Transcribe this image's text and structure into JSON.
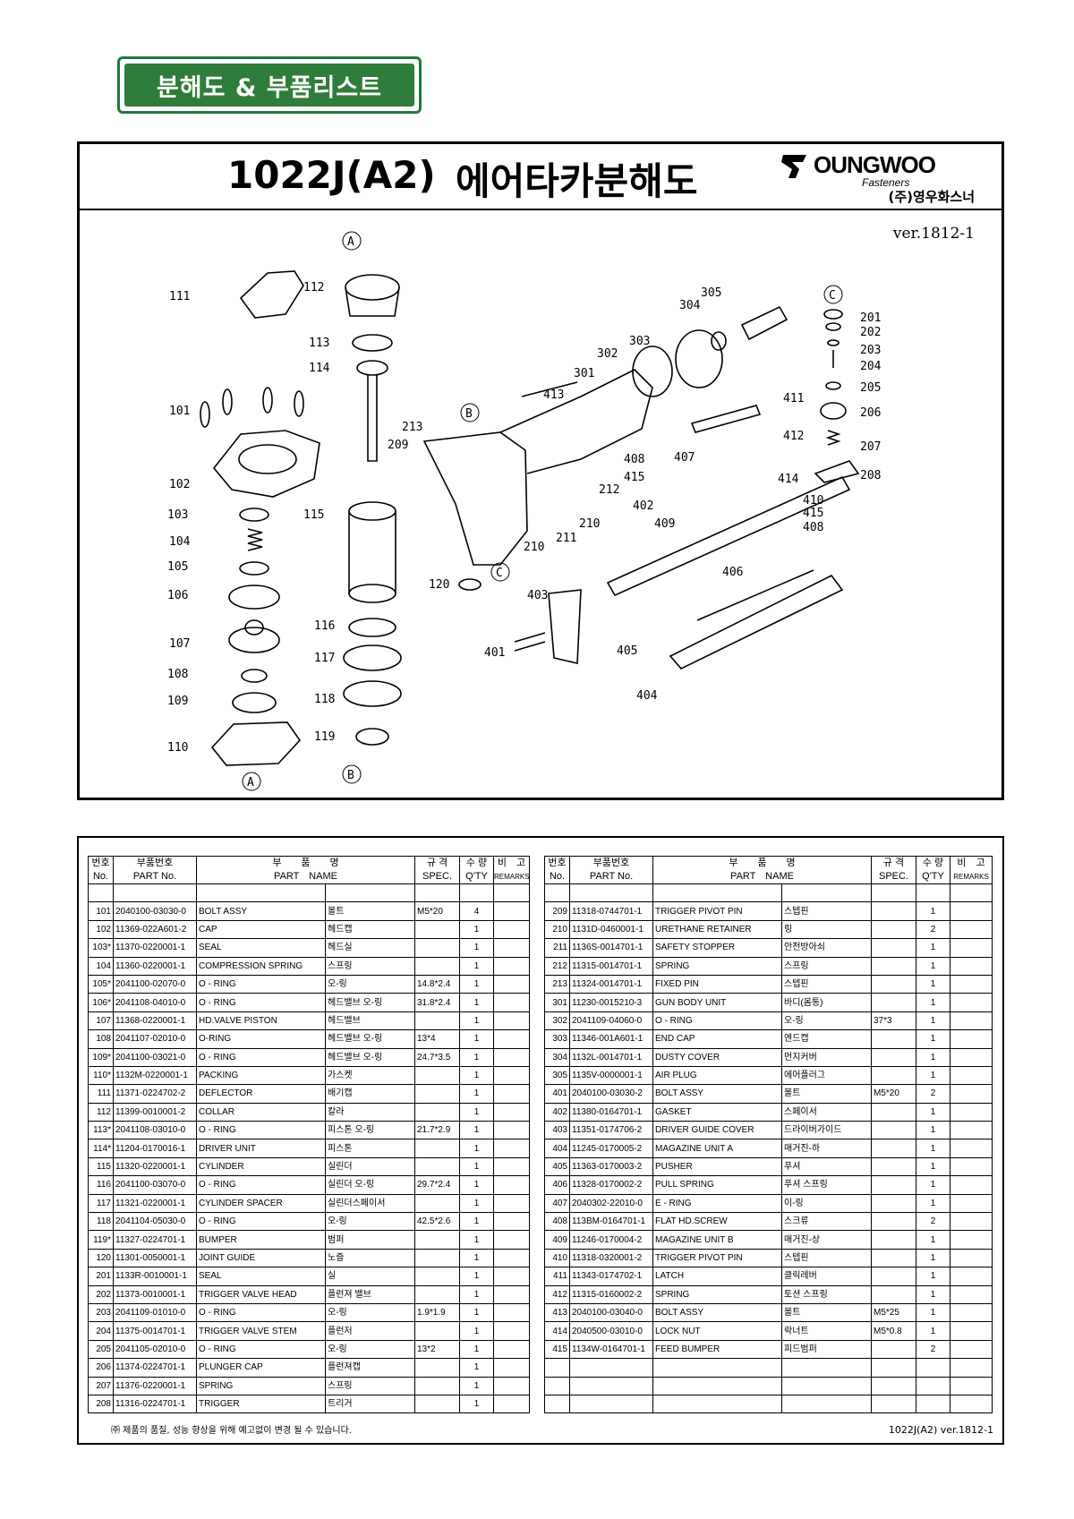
{
  "banner": "분해도 & 부품리스트",
  "header": {
    "model": "1022J(A2)",
    "title": "에어타카분해도",
    "logo_main": "OUNGWOO",
    "logo_sub": "Fasteners",
    "logo_kr": "(주)영우화스너",
    "version": "ver.1812-1"
  },
  "diagram": {
    "labels": [
      "A",
      "B",
      "C",
      "101",
      "102",
      "103",
      "104",
      "105",
      "106",
      "107",
      "108",
      "109",
      "110",
      "111",
      "112",
      "113",
      "114",
      "115",
      "116",
      "117",
      "118",
      "119",
      "120",
      "201",
      "202",
      "203",
      "204",
      "205",
      "206",
      "207",
      "208",
      "209",
      "210",
      "211",
      "212",
      "213",
      "301",
      "302",
      "303",
      "304",
      "305",
      "401",
      "402",
      "403",
      "404",
      "405",
      "406",
      "407",
      "408",
      "409",
      "410",
      "411",
      "412",
      "413",
      "414",
      "415"
    ]
  },
  "table": {
    "headers": {
      "no_kr": "번호",
      "no_en": "No.",
      "part_no_kr": "부품번호",
      "part_no_en": "PART No.",
      "name_kr": "부　　품　　명",
      "name_en": "PART　NAME",
      "spec_kr": "규 격",
      "spec_en": "SPEC.",
      "qty_kr": "수 량",
      "qty_en": "Q'TY",
      "remarks_kr": "비　고",
      "remarks_en": "REMARKS"
    },
    "left": [
      [
        "101",
        "2040100-03030-0",
        "BOLT ASSY",
        "볼트",
        "M5*20",
        "4"
      ],
      [
        "102",
        "11369-022A601-2",
        "CAP",
        "헤드캡",
        "",
        "1"
      ],
      [
        "103*",
        "11370-0220001-1",
        "SEAL",
        "헤드실",
        "",
        "1"
      ],
      [
        "104",
        "11360-0220001-1",
        "COMPRESSION SPRING",
        "스프링",
        "",
        "1"
      ],
      [
        "105*",
        "2041100-02070-0",
        "O - RING",
        "오-링",
        "14.8*2.4",
        "1"
      ],
      [
        "106*",
        "2041108-04010-0",
        "O - RING",
        "헤드밸브 오-링",
        "31.8*2.4",
        "1"
      ],
      [
        "107",
        "11368-0220001-1",
        "HD.VALVE PISTON",
        "헤드밸브",
        "",
        "1"
      ],
      [
        "108",
        "2041107-02010-0",
        "O-RING",
        "헤드밸브 오-링",
        "13*4",
        "1"
      ],
      [
        "109*",
        "2041100-03021-0",
        "O - RING",
        "헤드밸브 오-링",
        "24.7*3.5",
        "1"
      ],
      [
        "110*",
        "1132M-0220001-1",
        "PACKING",
        "가스켓",
        "",
        "1"
      ],
      [
        "111",
        "11371-0224702-2",
        "DEFLECTOR",
        "배기캡",
        "",
        "1"
      ],
      [
        "112",
        "11399-0010001-2",
        "COLLAR",
        "칼라",
        "",
        "1"
      ],
      [
        "113*",
        "2041108-03010-0",
        "O - RING",
        "피스톤 오-링",
        "21.7*2.9",
        "1"
      ],
      [
        "114*",
        "11204-0170016-1",
        "DRIVER UNIT",
        "피스톤",
        "",
        "1"
      ],
      [
        "115",
        "11320-0220001-1",
        "CYLINDER",
        "실린더",
        "",
        "1"
      ],
      [
        "116",
        "2041100-03070-0",
        "O - RING",
        "실린더 오-링",
        "29.7*2.4",
        "1"
      ],
      [
        "117",
        "11321-0220001-1",
        "CYLINDER SPACER",
        "실린더스페이서",
        "",
        "1"
      ],
      [
        "118",
        "2041104-05030-0",
        "O - RING",
        "오-링",
        "42.5*2.6",
        "1"
      ],
      [
        "119*",
        "11327-0224701-1",
        "BUMPER",
        "범퍼",
        "",
        "1"
      ],
      [
        "120",
        "11301-0050001-1",
        "JOINT GUIDE",
        "노즐",
        "",
        "1"
      ],
      [
        "201",
        "1133R-0010001-1",
        "SEAL",
        "실",
        "",
        "1"
      ],
      [
        "202",
        "11373-0010001-1",
        "TRIGGER VALVE HEAD",
        "플런져 밸브",
        "",
        "1"
      ],
      [
        "203",
        "2041109-01010-0",
        "O - RING",
        "오-링",
        "1.9*1.9",
        "1"
      ],
      [
        "204",
        "11375-0014701-1",
        "TRIGGER VALVE STEM",
        "플런저",
        "",
        "1"
      ],
      [
        "205",
        "2041105-02010-0",
        "O - RING",
        "오-링",
        "13*2",
        "1"
      ],
      [
        "206",
        "11374-0224701-1",
        "PLUNGER CAP",
        "플런져캡",
        "",
        "1"
      ],
      [
        "207",
        "11376-0220001-1",
        "SPRING",
        "스프링",
        "",
        "1"
      ],
      [
        "208",
        "11316-0224701-1",
        "TRIGGER",
        "트리거",
        "",
        "1"
      ]
    ],
    "right": [
      [
        "209",
        "11318-0744701-1",
        "TRIGGER PIVOT PIN",
        "스텝핀",
        "",
        "1"
      ],
      [
        "210",
        "1131D-0460001-1",
        "URETHANE RETAINER",
        "링",
        "",
        "2"
      ],
      [
        "211",
        "1136S-0014701-1",
        "SAFETY STOPPER",
        "안전방아쇠",
        "",
        "1"
      ],
      [
        "212",
        "11315-0014701-1",
        "SPRING",
        "스프링",
        "",
        "1"
      ],
      [
        "213",
        "11324-0014701-1",
        "FIXED PIN",
        "스텝핀",
        "",
        "1"
      ],
      [
        "301",
        "11230-0015210-3",
        "GUN BODY UNIT",
        "바디(몸통)",
        "",
        "1"
      ],
      [
        "302",
        "2041109-04060-0",
        "O - RING",
        "오-링",
        "37*3",
        "1"
      ],
      [
        "303",
        "11346-001A601-1",
        "END CAP",
        "엔드캡",
        "",
        "1"
      ],
      [
        "304",
        "1132L-0014701-1",
        "DUSTY COVER",
        "먼지커버",
        "",
        "1"
      ],
      [
        "305",
        "1135V-0000001-1",
        "AIR PLUG",
        "에어플러그",
        "",
        "1"
      ],
      [
        "401",
        "2040100-03030-2",
        "BOLT ASSY",
        "볼트",
        "M5*20",
        "2"
      ],
      [
        "402",
        "11380-0164701-1",
        "GASKET",
        "스페이서",
        "",
        "1"
      ],
      [
        "403",
        "11351-0174706-2",
        "DRIVER GUIDE COVER",
        "드라이버가이드",
        "",
        "1"
      ],
      [
        "404",
        "11245-0170005-2",
        "MAGAZINE UNIT A",
        "매거진-하",
        "",
        "1"
      ],
      [
        "405",
        "11363-0170003-2",
        "PUSHER",
        "푸셔",
        "",
        "1"
      ],
      [
        "406",
        "11328-0170002-2",
        "PULL SPRING",
        "푸셔 스프링",
        "",
        "1"
      ],
      [
        "407",
        "2040302-22010-0",
        "E - RING",
        "이-링",
        "",
        "1"
      ],
      [
        "408",
        "113BM-0164701-1",
        "FLAT HD.SCREW",
        "스크류",
        "",
        "2"
      ],
      [
        "409",
        "11246-0170004-2",
        "MAGAZINE UNIT B",
        "매거진-상",
        "",
        "1"
      ],
      [
        "410",
        "11318-0320001-2",
        "TRIGGER PIVOT PIN",
        "스텝핀",
        "",
        "1"
      ],
      [
        "411",
        "11343-0174702-1",
        "LATCH",
        "클릭레버",
        "",
        "1"
      ],
      [
        "412",
        "11315-0160002-2",
        "SPRING",
        "토션 스프링",
        "",
        "1"
      ],
      [
        "413",
        "2040100-03040-0",
        "BOLT ASSY",
        "볼트",
        "M5*25",
        "1"
      ],
      [
        "414",
        "2040500-03010-0",
        "LOCK NUT",
        "락너트",
        "M5*0.8",
        "1"
      ],
      [
        "415",
        "1134W-0164701-1",
        "FEED BUMPER",
        "피드범퍼",
        "",
        "2"
      ],
      [
        "",
        "",
        "",
        "",
        "",
        ""
      ],
      [
        "",
        "",
        "",
        "",
        "",
        ""
      ],
      [
        "",
        "",
        "",
        "",
        "",
        ""
      ]
    ],
    "footnote": "㈜ 제품의 품질, 성능 향상을 위해 예고없이 변경 될 수 있습니다.",
    "footer_version": "1022J(A2) ver.1812-1"
  }
}
